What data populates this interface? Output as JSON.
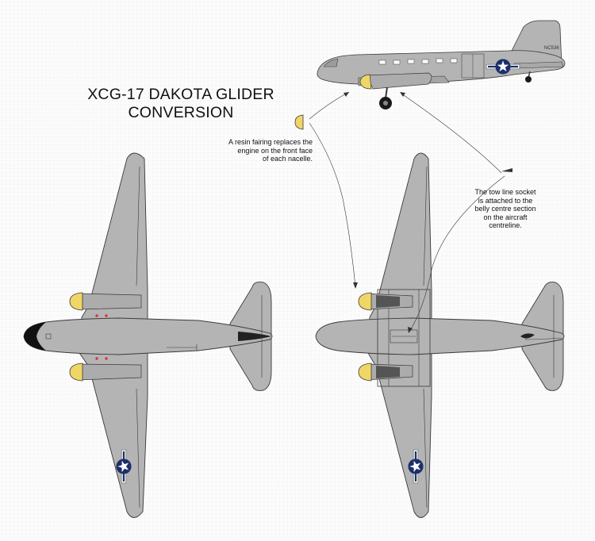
{
  "title": {
    "line1": "XCG-17 DAKOTA GLIDER",
    "line2": "CONVERSION"
  },
  "annotations": {
    "fairing": {
      "line1": "A resin fairing replaces the",
      "line2": "engine on the front face",
      "line3": "of each nacelle."
    },
    "tow_socket": {
      "line1": "The tow line socket",
      "line2": "is attached to the",
      "line3": "belly centre section",
      "line4": "on the aircraft",
      "line5": "centreline."
    }
  },
  "aircraft_markings": {
    "tail_code": "NC536"
  },
  "colors": {
    "airframe": "#b4b4b4",
    "outline": "#3a3a3a",
    "fairing": "#f0d667",
    "roundel_blue": "#1c2f6b",
    "nose": "#111111"
  },
  "icons": {
    "insignia": "usaaf-star-roundel-icon",
    "fairing_part": "resin-fairing-icon",
    "socket_part": "tow-socket-icon"
  }
}
